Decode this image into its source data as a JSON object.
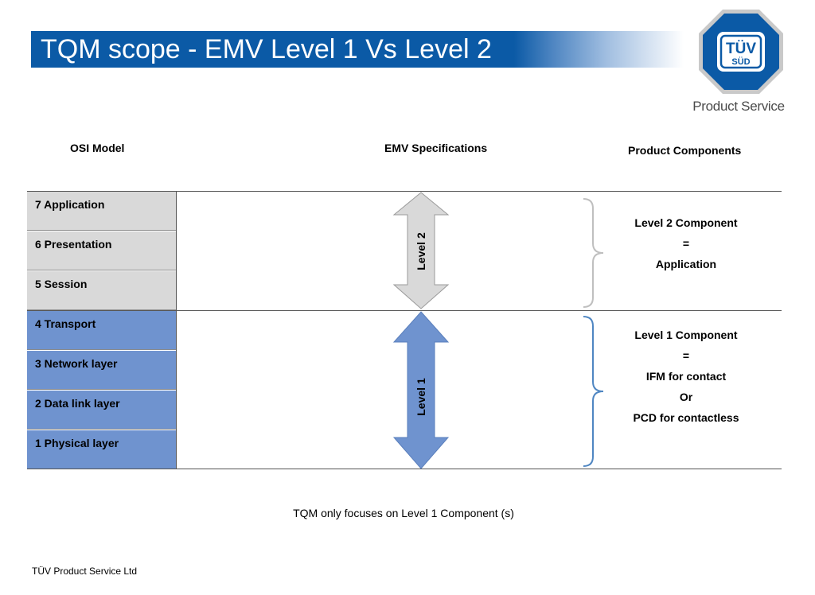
{
  "title": "TQM scope - EMV Level 1 Vs Level 2",
  "logo": {
    "mark": "TÜV",
    "sub": "SÜD",
    "caption": "Product Service"
  },
  "headers": {
    "osi": "OSI Model",
    "emv": "EMV Specifications",
    "components": "Product Components"
  },
  "layers": [
    {
      "label": "7 Application",
      "group": "level2"
    },
    {
      "label": "6 Presentation",
      "group": "level2"
    },
    {
      "label": "5 Session",
      "group": "level2"
    },
    {
      "label": "4 Transport",
      "group": "level1"
    },
    {
      "label": "3 Network layer",
      "group": "level1"
    },
    {
      "label": "2 Data link layer",
      "group": "level1"
    },
    {
      "label": "1 Physical layer",
      "group": "level1"
    }
  ],
  "arrows": {
    "level2": "Level 2",
    "level1": "Level 1"
  },
  "level2_component": {
    "line1": "Level 2 Component",
    "line2": "=",
    "line3": "Application"
  },
  "level1_component": {
    "line1": "Level 1 Component",
    "line2": "=",
    "line3": "IFM for contact",
    "line4": "Or",
    "line5": "PCD for contactless"
  },
  "footnote": "TQM only focuses on Level 1 Component (s)",
  "footer": "TÜV Product Service Ltd",
  "colors": {
    "title_bar": "#0b5aa6",
    "level2_fill": "#d9d9d9",
    "level1_fill": "#6f93cf",
    "level2_bracket": "#bfbfbf",
    "level1_bracket": "#4f86c2"
  }
}
